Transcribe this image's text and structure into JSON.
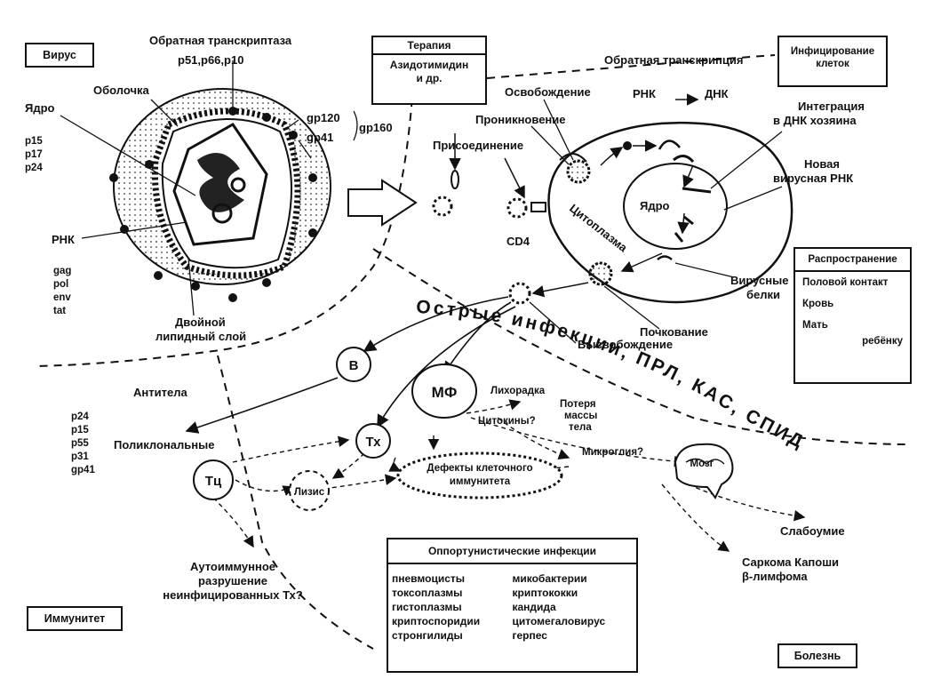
{
  "sections": {
    "virus": "Вирус",
    "immunity": "Иммунитет",
    "disease": "Болезнь",
    "infection": "Инфицирование клеток"
  },
  "virus_labels": {
    "reverse_transcriptase": "Обратная транскриптаза",
    "rt_proteins": "p51,p66,p10",
    "envelope": "Оболочка",
    "nucleus": "Ядро",
    "p15": "p15",
    "p17": "p17",
    "p24": "p24",
    "gp120": "gp120",
    "gp41": "gp41",
    "gp160": "gp160",
    "rna": "РНК",
    "gag": "gag",
    "pol": "pol",
    "env": "env",
    "tat": "tat",
    "bilayer_1": "Двойной",
    "bilayer_2": "липидный слой"
  },
  "therapy": {
    "title": "Терапия",
    "body_1": "Азидотимидин",
    "body_2": "и др."
  },
  "cell_labels": {
    "reverse_transcription": "Обратная транскрипция",
    "release": "Освобождение",
    "rna": "РНК",
    "dna": "ДНК",
    "integration_1": "Интеграция",
    "integration_2": "в ДНК хозяина",
    "penetration": "Проникновение",
    "attachment": "Присоединение",
    "new_rna_1": "Новая",
    "new_rna_2": "вирусная РНК",
    "nucleus": "Ядро",
    "cytoplasm": "Цитоплазма",
    "cd4": "CD4",
    "viral_proteins_1": "Вирусные",
    "viral_proteins_2": "белки",
    "budding": "Почкование",
    "exit": "Высвобождение"
  },
  "distribution": {
    "title": "Распространение",
    "items": [
      "Половой контакт",
      "Кровь",
      "Мать",
      "ребёнку"
    ]
  },
  "acute_text": "Острые инфекции, ПРЛ, КАС, СПИД",
  "immune": {
    "b": "B",
    "mf": "МФ",
    "th": "Тх",
    "tc": "Тц",
    "lysis": "Лизис",
    "antibodies": "Антитела",
    "polyclonal": "Поликлональные",
    "p24": "p24",
    "p15": "p15",
    "p55": "p55",
    "p31": "p31",
    "gp41": "gp41",
    "fever": "Лихорадка",
    "cytokines": "Цитокины?",
    "weight_1": "Потеря",
    "weight_2": "массы",
    "weight_3": "тела",
    "microglia": "Микроглия?",
    "defects_1": "Дефекты клеточного",
    "defects_2": "иммунитета",
    "brain": "Мозг",
    "dementia": "Слабоумие",
    "kaposi_1": "Саркома Капоши",
    "kaposi_2": "β-лимфома",
    "autoimmune_1": "Аутоиммунное",
    "autoimmune_2": "разрушение",
    "autoimmune_3": "неинфицированных Тх?"
  },
  "opportunistic": {
    "title": "Оппортунистические инфекции",
    "left": [
      "пневмоцисты",
      "токсоплазмы",
      "гистоплазмы",
      "криптоспоридии",
      "стронгилиды"
    ],
    "right": [
      "микобактерии",
      "криптококки",
      "кандида",
      "цитомегаловирус",
      "герпес"
    ]
  }
}
